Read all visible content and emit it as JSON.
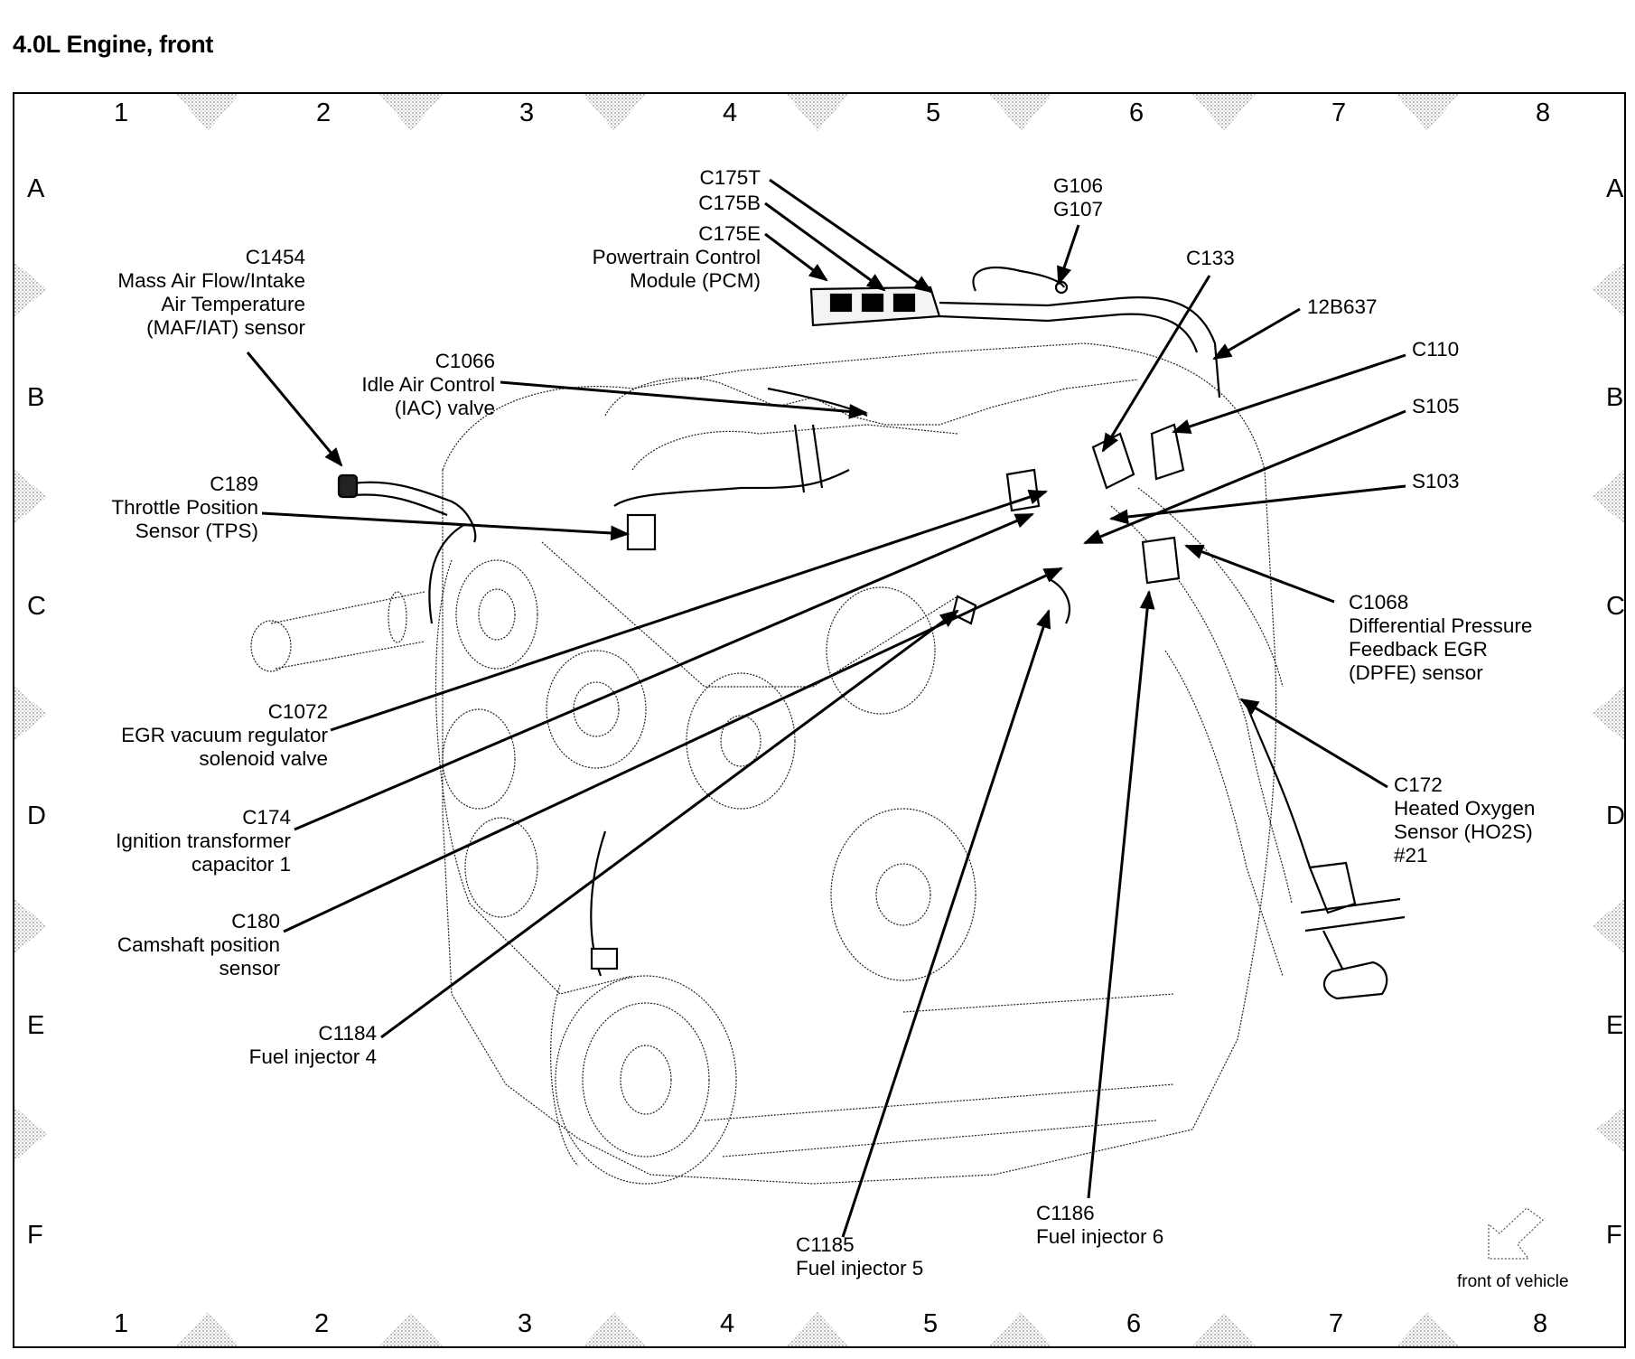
{
  "title": "4.0L Engine, front",
  "grid": {
    "columns": [
      "1",
      "2",
      "3",
      "4",
      "5",
      "6",
      "7",
      "8"
    ],
    "rows": [
      "A",
      "B",
      "C",
      "D",
      "E",
      "F"
    ]
  },
  "labels": {
    "c175t": {
      "id": "C175T"
    },
    "c175b": {
      "id": "C175B"
    },
    "c175e": {
      "id": "C175E",
      "desc1": "Powertrain Control",
      "desc2": "Module (PCM)"
    },
    "g106": {
      "id": "G106",
      "id2": "G107"
    },
    "c133": {
      "id": "C133"
    },
    "b637": {
      "id": "12B637"
    },
    "c110": {
      "id": "C110"
    },
    "s105": {
      "id": "S105"
    },
    "s103": {
      "id": "S103"
    },
    "c1068": {
      "id": "C1068",
      "desc1": "Differential Pressure",
      "desc2": "Feedback EGR",
      "desc3": "(DPFE) sensor"
    },
    "c172": {
      "id": "C172",
      "desc1": "Heated Oxygen",
      "desc2": "Sensor (HO2S)",
      "desc3": "#21"
    },
    "c1454": {
      "id": "C1454",
      "desc1": "Mass Air Flow/Intake",
      "desc2": "Air Temperature",
      "desc3": "(MAF/IAT) sensor"
    },
    "c1066": {
      "id": "C1066",
      "desc1": "Idle Air Control",
      "desc2": "(IAC) valve"
    },
    "c189": {
      "id": "C189",
      "desc1": "Throttle Position",
      "desc2": "Sensor (TPS)"
    },
    "c1072": {
      "id": "C1072",
      "desc1": "EGR vacuum regulator",
      "desc2": "solenoid valve"
    },
    "c174": {
      "id": "C174",
      "desc1": "Ignition transformer",
      "desc2": "capacitor 1"
    },
    "c180": {
      "id": "C180",
      "desc1": "Camshaft position",
      "desc2": "sensor"
    },
    "c1184": {
      "id": "C1184",
      "desc1": "Fuel injector 4"
    },
    "c1185": {
      "id": "C1185",
      "desc1": "Fuel injector 5"
    },
    "c1186": {
      "id": "C1186",
      "desc1": "Fuel injector 6"
    }
  },
  "orientation": {
    "label": "front of vehicle",
    "icon": "front-arrow-icon"
  }
}
